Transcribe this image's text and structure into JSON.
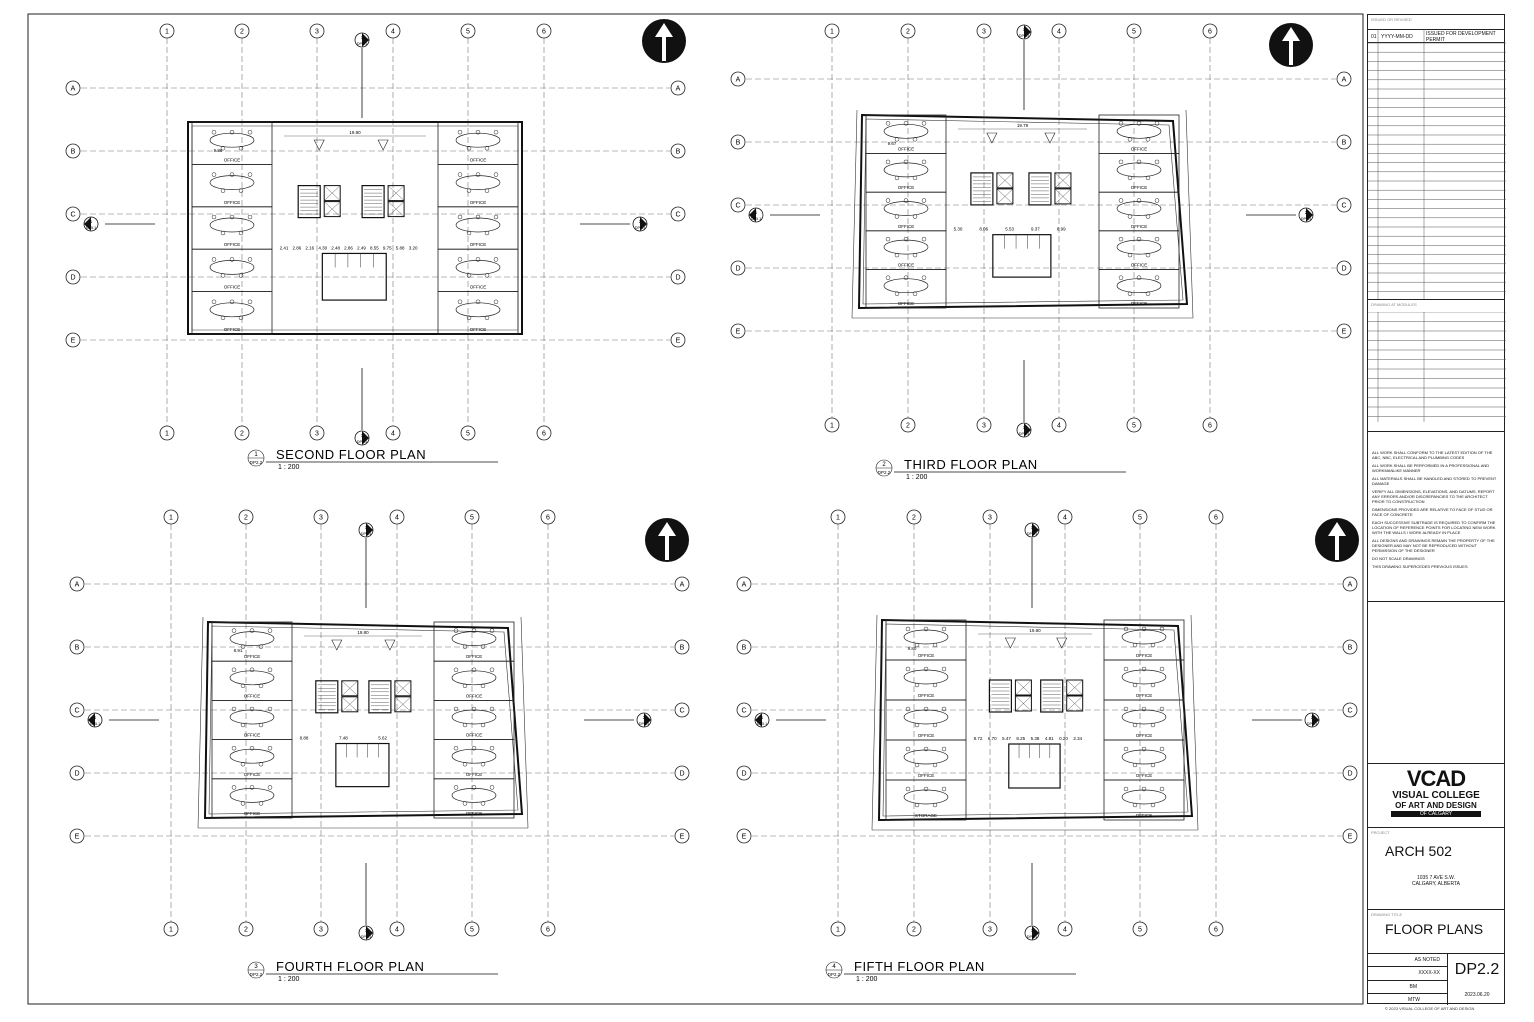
{
  "plans": [
    {
      "num": "1",
      "ref": "DP2.2",
      "title": "SECOND FLOOR PLAN",
      "scale": "1 : 200"
    },
    {
      "num": "2",
      "ref": "DP2.2",
      "title": "THIRD FLOOR PLAN",
      "scale": "1 : 200"
    },
    {
      "num": "3",
      "ref": "DP2.2",
      "title": "FOURTH FLOOR PLAN",
      "scale": "1 : 200"
    },
    {
      "num": "4",
      "ref": "DP2.2",
      "title": "FIFTH FLOOR PLAN",
      "scale": "1 : 200"
    }
  ],
  "grid": {
    "columns": [
      "1",
      "2",
      "3",
      "4",
      "5",
      "6"
    ],
    "rows": [
      "A",
      "B",
      "C",
      "D",
      "E"
    ],
    "section_tag": "DP5.1",
    "section_cols": [
      "1",
      "2"
    ]
  },
  "room_label": "OFFICE",
  "storage_label": "STORAGE",
  "revisions": {
    "caption": "ISSUED OR REVISED",
    "no": "01",
    "date": "YYYY-MM-DD",
    "desc": "ISSUED FOR DEVELOPMENT PERMIT"
  },
  "consultant_caption": "DRAWING AT MODULES",
  "notes": [
    "ALL WORK SHALL CONFORM TO THE LATEST EDITION OF THE ABC, NBC, ELECTRICAL AND PLUMBING CODES",
    "ALL WORK SHALL BE PERFORMED IN A PROFESSIONAL AND WORKMANLIKE MANNER",
    "ALL MATERIALS SHALL BE HANDLED AND STORED TO PREVENT DAMAGE",
    "VERIFY ALL DIMENSIONS, ELEVATIONS, AND DATUMS. REPORT ANY ERRORS AND/OR DISCREPANCIES TO THE ARCHITECT PRIOR TO CONSTRUCTION",
    "DIMENSIONS PROVIDED ARE RELATIVE TO FACE OF STUD OR FACE OF CONCRETE",
    "EACH SUCCESSIVE SUBTRADE IS REQUIRED TO CONFIRM THE LOCATION OF REFERENCE POINTS FOR LOCATING NEW WORK WITH THE WALLS / WORK ALREADY IN PLACE",
    "ALL DESIGNS AND DRAWINGS REMAIN THE PROPERTY OF THE DESIGNER AND MAY NOT BE REPRODUCED WITHOUT PERMISSION OF THE DESIGNER",
    "DO NOT SCALE DRAWINGS",
    "THIS DRAWING SUPERCEDES PREVIOUS ISSUES"
  ],
  "logo": {
    "mark": "VCAD",
    "line1": "VISUAL COLLEGE",
    "line2": "OF ART AND DESIGN",
    "line3": "OF CALGARY"
  },
  "project": {
    "caption": "PROJECT",
    "name": "ARCH 502",
    "addr1": "1035 7 AVE S.W.",
    "addr2": "CALGARY, ALBERTA"
  },
  "drawing": {
    "caption": "DRAWING TITLE",
    "title": "FLOOR PLANS"
  },
  "meta": {
    "scale": "AS NOTED",
    "project_no": "XXXX-XX",
    "drawn": "BM",
    "checked": "MTW",
    "date": "2023.06.20",
    "sheet": "DP2.2"
  },
  "copyright": "© 2023 VISUAL COLLEGE OF ART AND DESIGN",
  "dims": {
    "p1": [
      "9.86",
      "19.80",
      "2.41",
      "2.86",
      "2.16",
      "4.30",
      "2.48",
      "2.86",
      "2.49",
      "8.55",
      "9.75",
      "5.88",
      "3.20"
    ],
    "p2": [
      "9.67",
      "19.79",
      "5.30",
      "8.06",
      "5.53",
      "9.37",
      "8.99"
    ],
    "p3": [
      "8.91",
      "19.80",
      "8.88",
      "7.48",
      "5.62"
    ],
    "p4": [
      "9.80",
      "19.80",
      "8.72",
      "6.70",
      "5.47",
      "8.25",
      "5.38",
      "4.81",
      "0.20",
      "2.34"
    ]
  }
}
